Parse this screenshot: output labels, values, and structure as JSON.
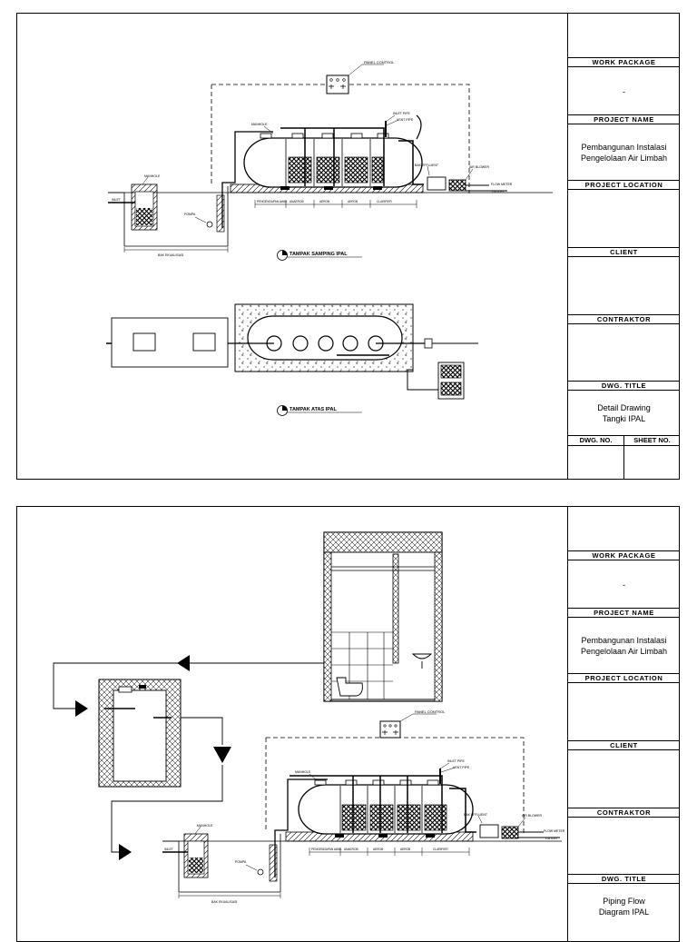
{
  "sheets": [
    {
      "views": [
        {
          "label": "TAMPAK SAMPING IPAL"
        },
        {
          "label": "TAMPAK ATAS IPAL"
        }
      ],
      "callouts": {
        "panel_control": "PANEL CONTROL",
        "manhole_left": "MANHOLE",
        "manhole_top": "MANHOLE",
        "inlet_pipe": "INLET PIPE",
        "vent_pipe": "VENT PIPE",
        "bak_effluent": "BAK EFFLUENT",
        "air_blower": "AIR BLOWER",
        "flow_meter": "FLOW METER",
        "outlet": "OUTLET",
        "inlet": "INLET",
        "pompa": "POMPA",
        "bak_ekualisasi": "BAK EKUALISASI",
        "seg_pengendapan": "PENGENDAPAN AWAL",
        "seg_anaerob": "ANAEROB",
        "seg_aerob1": "AEROB",
        "seg_aerob2": "AEROB",
        "seg_clarifier": "CLARIFIER"
      },
      "title_block": {
        "work_package_label": "WORK PACKAGE",
        "work_package_value": "-",
        "project_name_label": "PROJECT NAME",
        "project_name_line1": "Pembangunan Instalasi",
        "project_name_line2": "Pengelolaan Air Limbah",
        "project_location_label": "PROJECT LOCATION",
        "client_label": "CLIENT",
        "contractor_label": "CONTRAKTOR",
        "dwg_title_label": "DWG. TITLE",
        "dwg_title_line1": "Detail Drawing",
        "dwg_title_line2": "Tangki IPAL",
        "dwg_no_label": "DWG. NO.",
        "sheet_no_label": "SHEET NO."
      }
    },
    {
      "callouts": {
        "panel_control": "PANEL CONTROL",
        "manhole_left": "MANHOLE",
        "manhole_top": "MANHOLE",
        "inlet_pipe": "INLET PIPE",
        "vent_pipe": "VENT PIPE",
        "bak_effluent": "BAK EFFLUENT",
        "air_blower": "AIR BLOWER",
        "flow_meter": "FLOW METER",
        "outlet": "OUTLET",
        "inlet": "INLET",
        "pompa": "POMPA",
        "bak_ekualisasi": "BAK EKUALISASI",
        "seg_pengendapan": "PENGENDAPAN AWAL",
        "seg_anaerob": "ANAEROB",
        "seg_aerob1": "AEROB",
        "seg_aerob2": "AEROB",
        "seg_clarifier": "CLARIFIER"
      },
      "title_block": {
        "work_package_label": "WORK PACKAGE",
        "work_package_value": "-",
        "project_name_label": "PROJECT NAME",
        "project_name_line1": "Pembangunan Instalasi",
        "project_name_line2": "Pengelolaan Air Limbah",
        "project_location_label": "PROJECT LOCATION",
        "client_label": "CLIENT",
        "contractor_label": "CONTRAKTOR",
        "dwg_title_label": "DWG. TITLE",
        "dwg_title_line1": "Piping Flow",
        "dwg_title_line2": "Diagram IPAL"
      }
    }
  ]
}
